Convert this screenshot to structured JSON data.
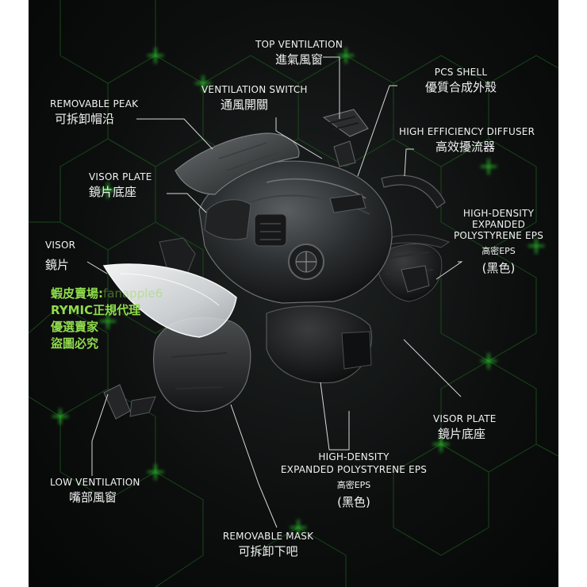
{
  "colors": {
    "background": "#0b0d0d",
    "grid_line": "#1c5a1c",
    "grid_glow": "#2fd12f",
    "label_text": "#f2f2f2",
    "watermark": "#8fdc4c",
    "visor_tint": "#e9ecef"
  },
  "labels": {
    "top_ventilation": {
      "en": "TOP VENTILATION",
      "zh": "進氣風窗"
    },
    "pcs_shell": {
      "en": "PCS SHELL",
      "zh": "優質合成外殼"
    },
    "ventilation_switch": {
      "en": "VENTILATION SWITCH",
      "zh": "通風開關"
    },
    "removable_peak": {
      "en": "REMOVABLE PEAK",
      "zh": "可拆卸帽沿"
    },
    "high_efficiency_diffuser": {
      "en": "HIGH EFFICIENCY DIFFUSER",
      "zh": "高效擾流器"
    },
    "visor_plate_left": {
      "en": "VISOR PLATE",
      "zh": "鏡片底座"
    },
    "eps_right": {
      "en_line1": "HIGH-DENSITY",
      "en_line2": "EXPANDED",
      "en_line3": "POLYSTYRENE EPS",
      "zh": "高密EPS",
      "zh2": "(黑色)"
    },
    "visor": {
      "en": "VISOR",
      "zh": "鏡片"
    },
    "visor_plate_right": {
      "en": "VISOR PLATE",
      "zh": "鏡片底座"
    },
    "eps_bottom": {
      "en_line1": "HIGH-DENSITY",
      "en_line2": "EXPANDED POLYSTYRENE EPS",
      "zh": "高密EPS",
      "zh2": "(黑色)"
    },
    "low_ventilation": {
      "en": "LOW VENTILATION",
      "zh": "嘴部風窗"
    },
    "removable_mask": {
      "en": "REMOVABLE MASK",
      "zh": "可拆卸下吧"
    }
  },
  "watermark": {
    "line1": "蝦皮賣場:",
    "handle": "fanapple6",
    "line2": "RYMIC正規代理",
    "line3": "優選賣家",
    "line4": "盜圖必究"
  }
}
